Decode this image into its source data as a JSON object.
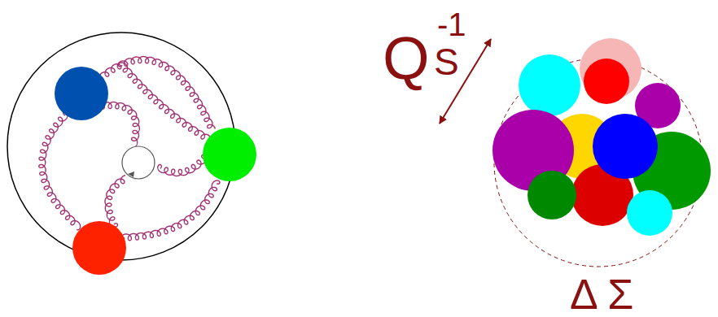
{
  "diagram": {
    "labels": [
      "Q",
      "-1",
      "S",
      "Δ Σ"
    ]
  }
}
